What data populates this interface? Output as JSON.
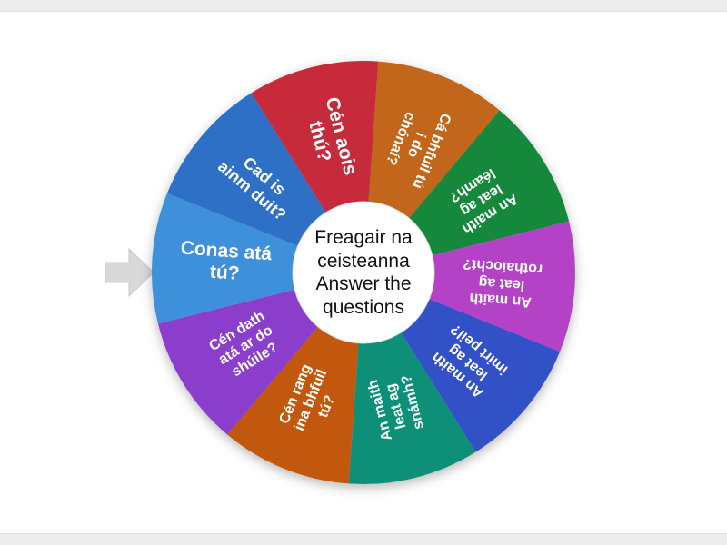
{
  "activity": {
    "type": "spin-the-wheel",
    "center_label": "Freagair na ceisteanna Answer the questions"
  },
  "pointer": {
    "color": "#d9d9d9",
    "border": "#c8c8c8"
  },
  "wheel": {
    "segments": [
      {
        "label": "Cá bhfuil tú i do chónaí?",
        "color": "#c2661a"
      },
      {
        "label": "An maith leat ag léamh?",
        "color": "#17883b"
      },
      {
        "label": "An maith leat ag rothaíocht?",
        "color": "#b442c6"
      },
      {
        "label": "An maith leat ag imirt peil?",
        "color": "#3351c6"
      },
      {
        "label": "An maith leat ag snámh?",
        "color": "#0f9077"
      },
      {
        "label": "Cén rang ina bhfuil tú?",
        "color": "#c2590f"
      },
      {
        "label": "Cén dath atá ar do shúile?",
        "color": "#8b3ecb"
      },
      {
        "label": "Conas atá tú?",
        "color": "#3e90d9"
      },
      {
        "label": "Cad is ainm duit?",
        "color": "#2e6fc6"
      },
      {
        "label": "Cén aois thú?",
        "color": "#c62b3b"
      }
    ]
  }
}
